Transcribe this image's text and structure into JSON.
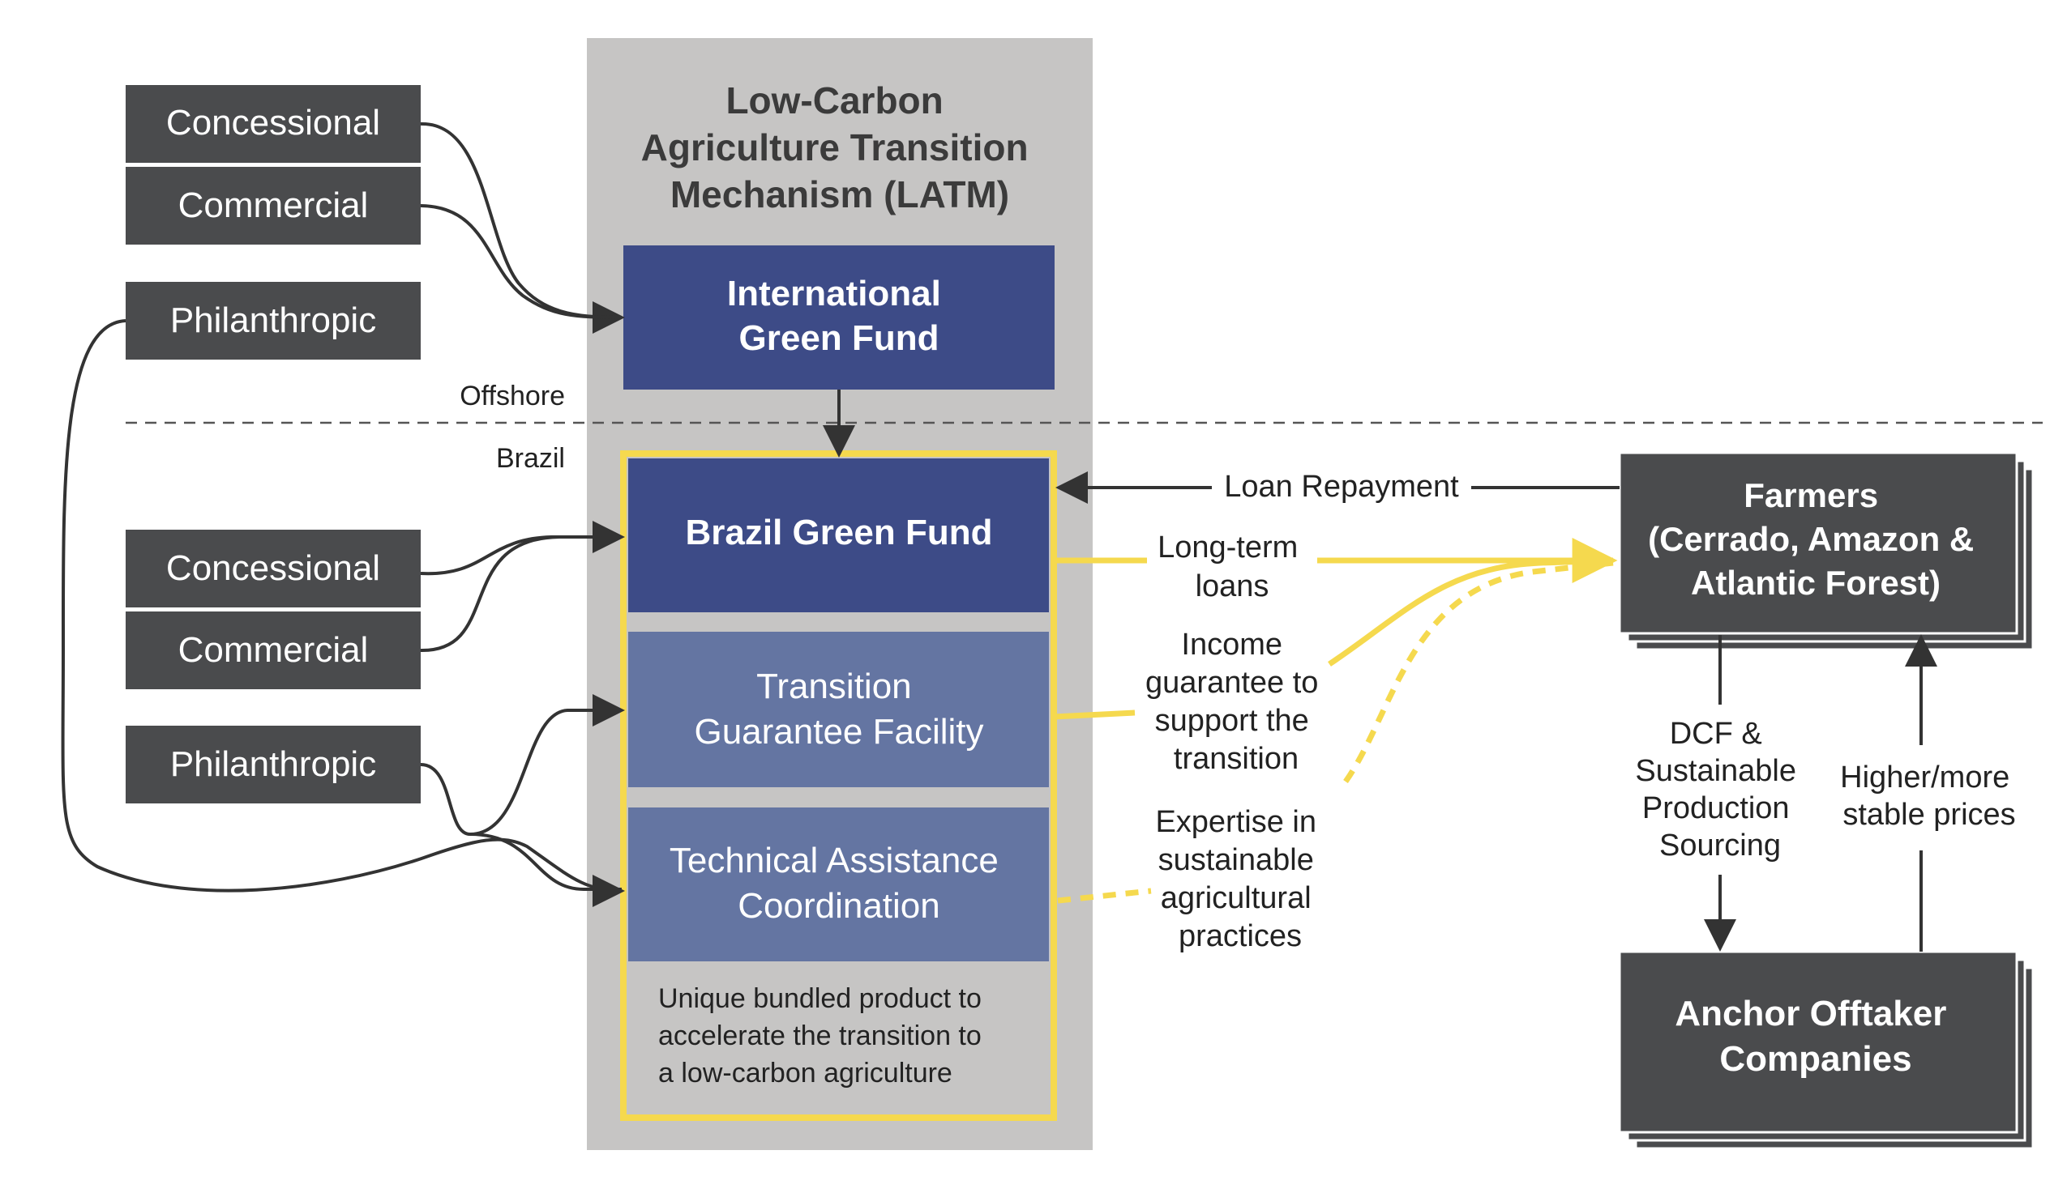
{
  "latm": {
    "title_line1": "Low-Carbon",
    "title_line2": "Agriculture Transition",
    "title_line3": "Mechanism (LATM)"
  },
  "offshore_sources": {
    "concessional": "Concessional",
    "commercial": "Commercial",
    "philanthropic": "Philanthropic"
  },
  "brazil_sources": {
    "concessional": "Concessional",
    "commercial": "Commercial",
    "philanthropic": "Philanthropic"
  },
  "international_green_fund": {
    "line1": "International",
    "line2": "Green Fund"
  },
  "regions": {
    "offshore": "Offshore",
    "brazil": "Brazil"
  },
  "brazil_green_fund": "Brazil Green Fund",
  "transition_guarantee": {
    "line1": "Transition",
    "line2": "Guarantee Facility"
  },
  "technical_assistance": {
    "line1": "Technical Assistance",
    "line2": "Coordination"
  },
  "bundle_note": {
    "line1": "Unique bundled product to",
    "line2": "accelerate the transition to",
    "line3": "a low-carbon agriculture"
  },
  "loan_repayment": "Loan Repayment",
  "long_term_loans": {
    "line1": "Long-term",
    "line2": "loans"
  },
  "income_guarantee": {
    "line1": "Income",
    "line2": "guarantee to",
    "line3": "support the",
    "line4": "transition"
  },
  "expertise": {
    "line1": "Expertise in",
    "line2": "sustainable",
    "line3": "agricultural",
    "line4": "practices"
  },
  "farmers": {
    "line1": "Farmers",
    "line2": "(Cerrado, Amazon &",
    "line3": "Atlantic Forest)"
  },
  "dcf": {
    "line1": "DCF &",
    "line2": "Sustainable",
    "line3": "Production",
    "line4": "Sourcing"
  },
  "higher_prices": {
    "line1": "Higher/more",
    "line2": "stable prices"
  },
  "offtaker": {
    "line1": "Anchor Offtaker",
    "line2": "Companies"
  },
  "colors": {
    "source_box": "#4a4b4d",
    "latm_panel": "#c6c5c4",
    "green_fund": "#3d4b87",
    "facility": "#6475a2",
    "highlight": "#f5d94e",
    "connector": "#333333"
  }
}
